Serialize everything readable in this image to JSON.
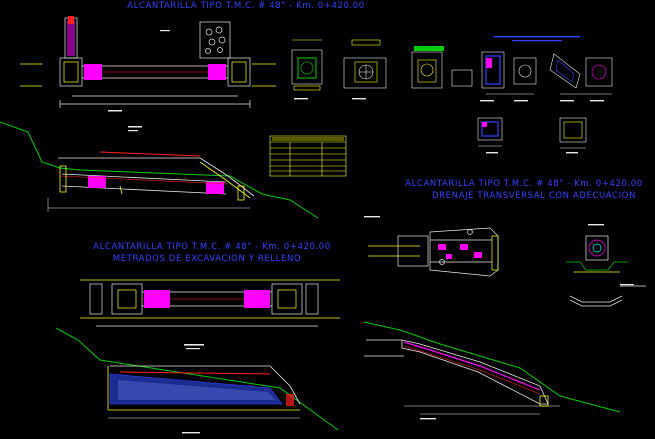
{
  "titles": {
    "top": "ALCANTARILLA TIPO T.M.C. # 48\" - Km. 0+420.00",
    "middle_left_1": "ALCANTARILLA TIPO T.M.C. # 48\" - Km. 0+420.00",
    "middle_left_2": "METRADOS DE EXCAVACION Y RELLENO",
    "right_1": "ALCANTARILLA TIPO T.M.C. # 48\" - Km. 0+420.00",
    "right_2": "DRENAJE TRANSVERSAL CON ADECUACION"
  },
  "colors": {
    "title": "#3344ff",
    "line_white": "#e8e8e8",
    "line_yellow": "#ffff00",
    "pipe_magenta": "#ff00ff",
    "terrain_green": "#00cc00",
    "profile_red": "#ff2020",
    "fill_blue": "#2233aa",
    "cyan": "#00ffff"
  }
}
